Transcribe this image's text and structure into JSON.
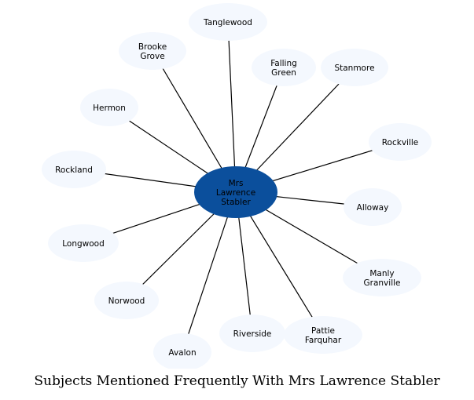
{
  "caption": "Subjects Mentioned Frequently With Mrs Lawrence Stabler",
  "center": {
    "lines": [
      "Mrs",
      "Lawrence",
      "Stabler"
    ],
    "fill": "#0b4f9c"
  },
  "node_fill": "#f4f8fe",
  "nodes": [
    {
      "id": "tanglewood",
      "lines": [
        "Tanglewood"
      ]
    },
    {
      "id": "brooke-grove",
      "lines": [
        "Brooke",
        "Grove"
      ]
    },
    {
      "id": "falling-green",
      "lines": [
        "Falling",
        "Green"
      ]
    },
    {
      "id": "stanmore",
      "lines": [
        "Stanmore"
      ]
    },
    {
      "id": "hermon",
      "lines": [
        "Hermon"
      ]
    },
    {
      "id": "rockville",
      "lines": [
        "Rockville"
      ]
    },
    {
      "id": "rockland",
      "lines": [
        "Rockland"
      ]
    },
    {
      "id": "alloway",
      "lines": [
        "Alloway"
      ]
    },
    {
      "id": "longwood",
      "lines": [
        "Longwood"
      ]
    },
    {
      "id": "manly-granville",
      "lines": [
        "Manly",
        "Granville"
      ]
    },
    {
      "id": "norwood",
      "lines": [
        "Norwood"
      ]
    },
    {
      "id": "riverside",
      "lines": [
        "Riverside"
      ]
    },
    {
      "id": "pattie-farquhar",
      "lines": [
        "Pattie",
        "Farquhar"
      ]
    },
    {
      "id": "avalon",
      "lines": [
        "Avalon"
      ]
    }
  ]
}
